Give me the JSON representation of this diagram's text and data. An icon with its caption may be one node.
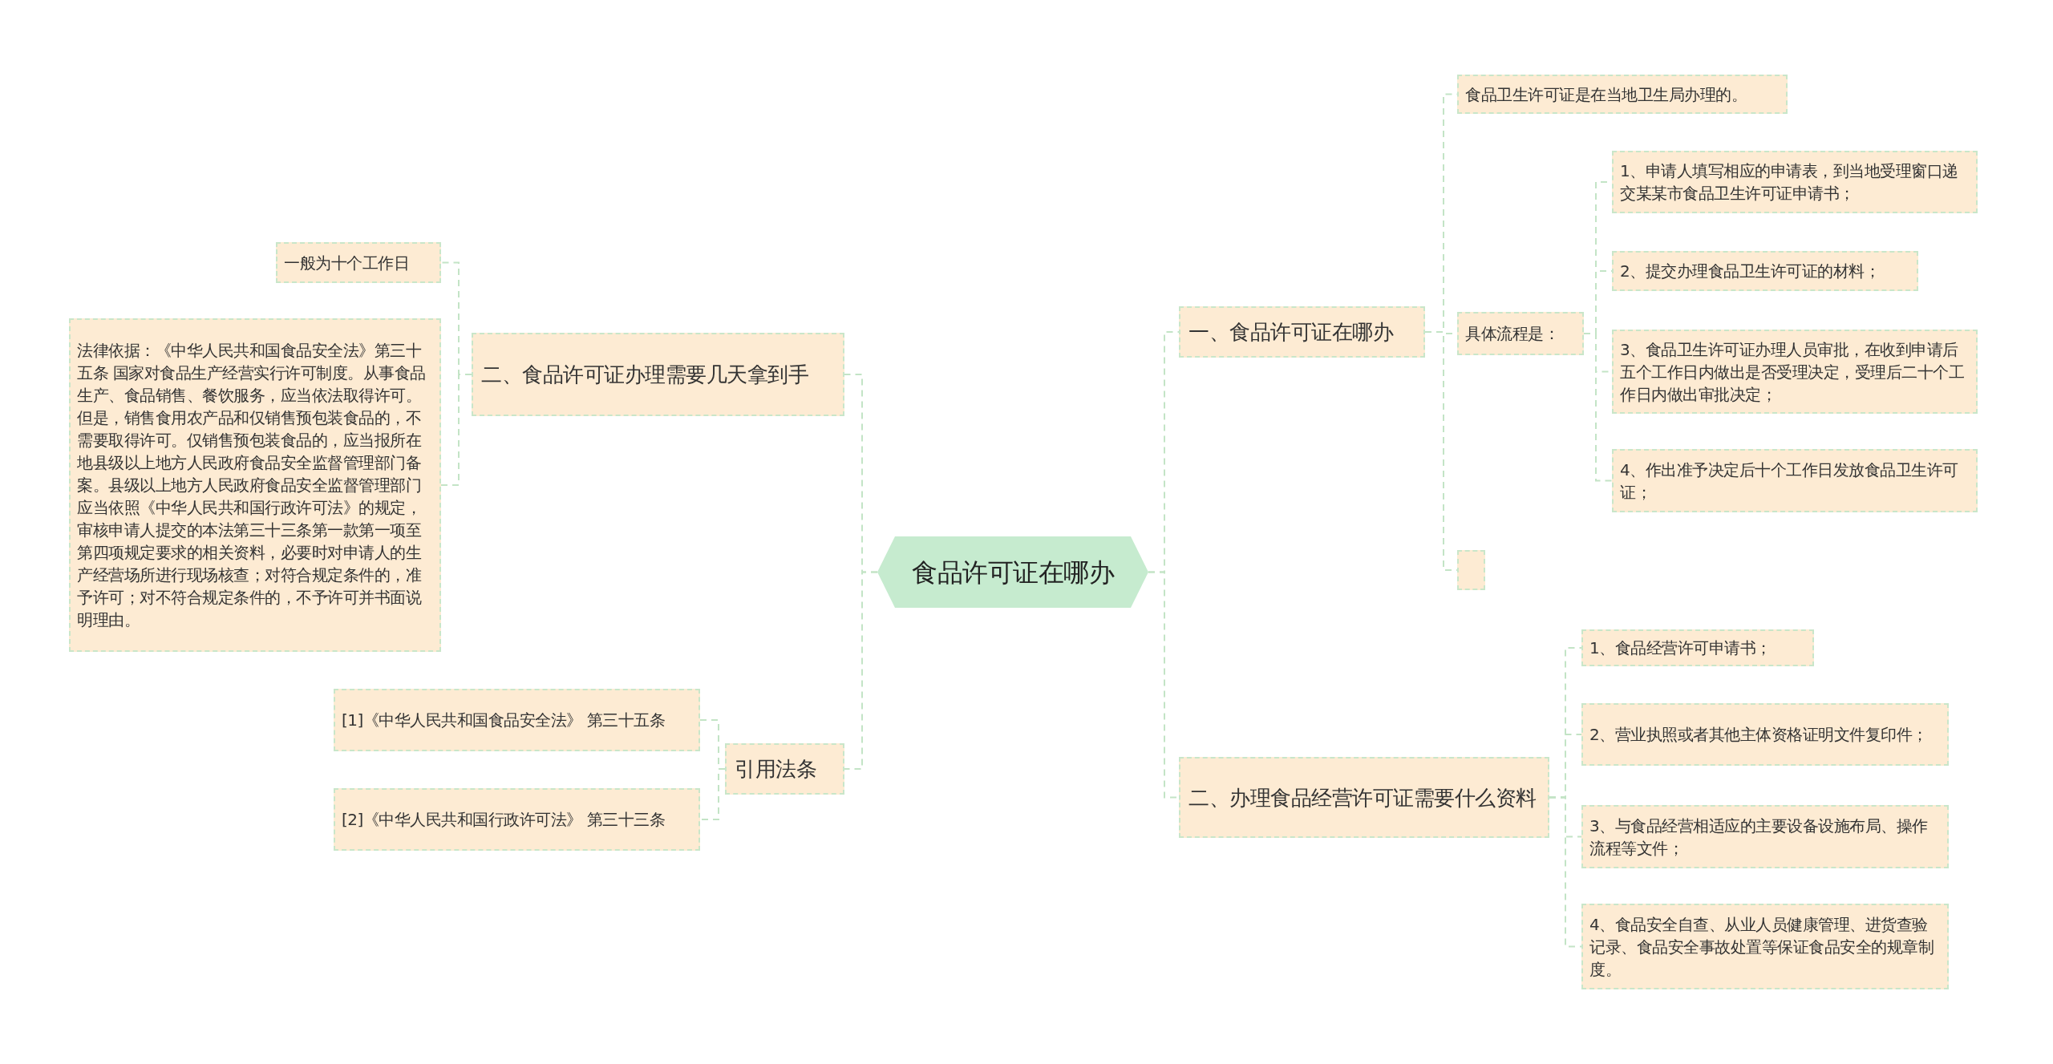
{
  "diagram": {
    "nodes": [
      {
        "text": [
          "食品许可证在哪办"
        ]
      },
      {
        "text": [
          "一、食品许可证在哪办"
        ]
      },
      {
        "text": [
          "食品卫生许可证是在当地卫生局办理的。"
        ]
      },
      {
        "text": [
          "具体流程是："
        ]
      },
      {
        "text": [
          "1、申请人填写相应的申请表，到当地受理窗口递交某某市食品卫生许可证申请书；"
        ]
      },
      {
        "text": [
          "2、提交办理食品卫生许可证的材料；"
        ]
      },
      {
        "text": [
          "3、食品卫生许可证办理人员审批，在收到申请后五个工作日内做出是否受理决定，受理后二十个工作日内做出审批决定；"
        ]
      },
      {
        "text": [
          "4、作出准予决定后十个工作日发放食品卫生许可证；"
        ]
      },
      {
        "text": [],
        "shape": "box"
      },
      {
        "text": [
          "二、办理食品经营许可证需要什么资料"
        ]
      },
      {
        "text": [
          "1、食品经营许可申请书；"
        ]
      },
      {
        "text": [
          "2、营业执照或者其他主体资格证明文件复印件；"
        ]
      },
      {
        "text": [
          "3、与食品经营相适应的主要设备设施布局、操作流程等文件；"
        ]
      },
      {
        "text": [
          "4、食品安全自查、从业人员健康管理、进货查验记录、食品安全事故处置等保证食品安全的规章制度。"
        ]
      },
      {
        "text": [
          "二、食品许可证办理需要几天拿到手"
        ]
      },
      {
        "text": [
          "一般为十个工作日"
        ]
      },
      {
        "text": [
          "法律依据：《中华人民共和国食品安全法》第三十五条 国家对食品生产经营实行许可制度。从事食品生产、食品销售、餐饮服务，应当依法取得许可。但是，销售食用农产品和仅销售预包装食品的，不需要取得许可。仅销售预包装食品的，应当报所在地县级以上地方人民政府食品安全监督管理部门备案。县级以上地方人民政府食品安全监督管理部门应当依照《中华人民共和国行政许可法》的规定，审核申请人提交的本法第三十三条第一款第一项至第四项规定要求的相关资料，必要时对申请人的生产经营场所进行现场核查；对符合规定条件的，准予许可；对不符合规定条件的，不予许可并书面说明理由。"
        ]
      },
      {
        "text": [
          "引用法条"
        ]
      },
      {
        "text": [
          "[1]《中华人民共和国食品安全法》 第三十五条"
        ]
      },
      {
        "text": [
          "[2]《中华人民共和国行政许可法》 第三十三条"
        ]
      }
    ],
    "edges": [
      {
        "from": 0,
        "to": 1,
        "arrow": "none"
      },
      {
        "from": 0,
        "to": 9,
        "arrow": "none"
      },
      {
        "from": 0,
        "to": 14,
        "arrow": "none"
      },
      {
        "from": 0,
        "to": 17,
        "arrow": "none"
      },
      {
        "from": 1,
        "to": 2,
        "arrow": "none"
      },
      {
        "from": 1,
        "to": 3,
        "arrow": "none"
      },
      {
        "from": 1,
        "to": 8,
        "arrow": "none"
      },
      {
        "from": 3,
        "to": 4,
        "arrow": "none"
      },
      {
        "from": 3,
        "to": 5,
        "arrow": "none"
      },
      {
        "from": 3,
        "to": 6,
        "arrow": "none"
      },
      {
        "from": 3,
        "to": 7,
        "arrow": "none"
      },
      {
        "from": 9,
        "to": 10,
        "arrow": "none"
      },
      {
        "from": 9,
        "to": 11,
        "arrow": "none"
      },
      {
        "from": 9,
        "to": 12,
        "arrow": "none"
      },
      {
        "from": 9,
        "to": 13,
        "arrow": "none"
      },
      {
        "from": 14,
        "to": 15,
        "arrow": "none"
      },
      {
        "from": 14,
        "to": 16,
        "arrow": "none"
      },
      {
        "from": 17,
        "to": 18,
        "arrow": "none"
      },
      {
        "from": 17,
        "to": 19,
        "arrow": "none"
      }
    ]
  }
}
